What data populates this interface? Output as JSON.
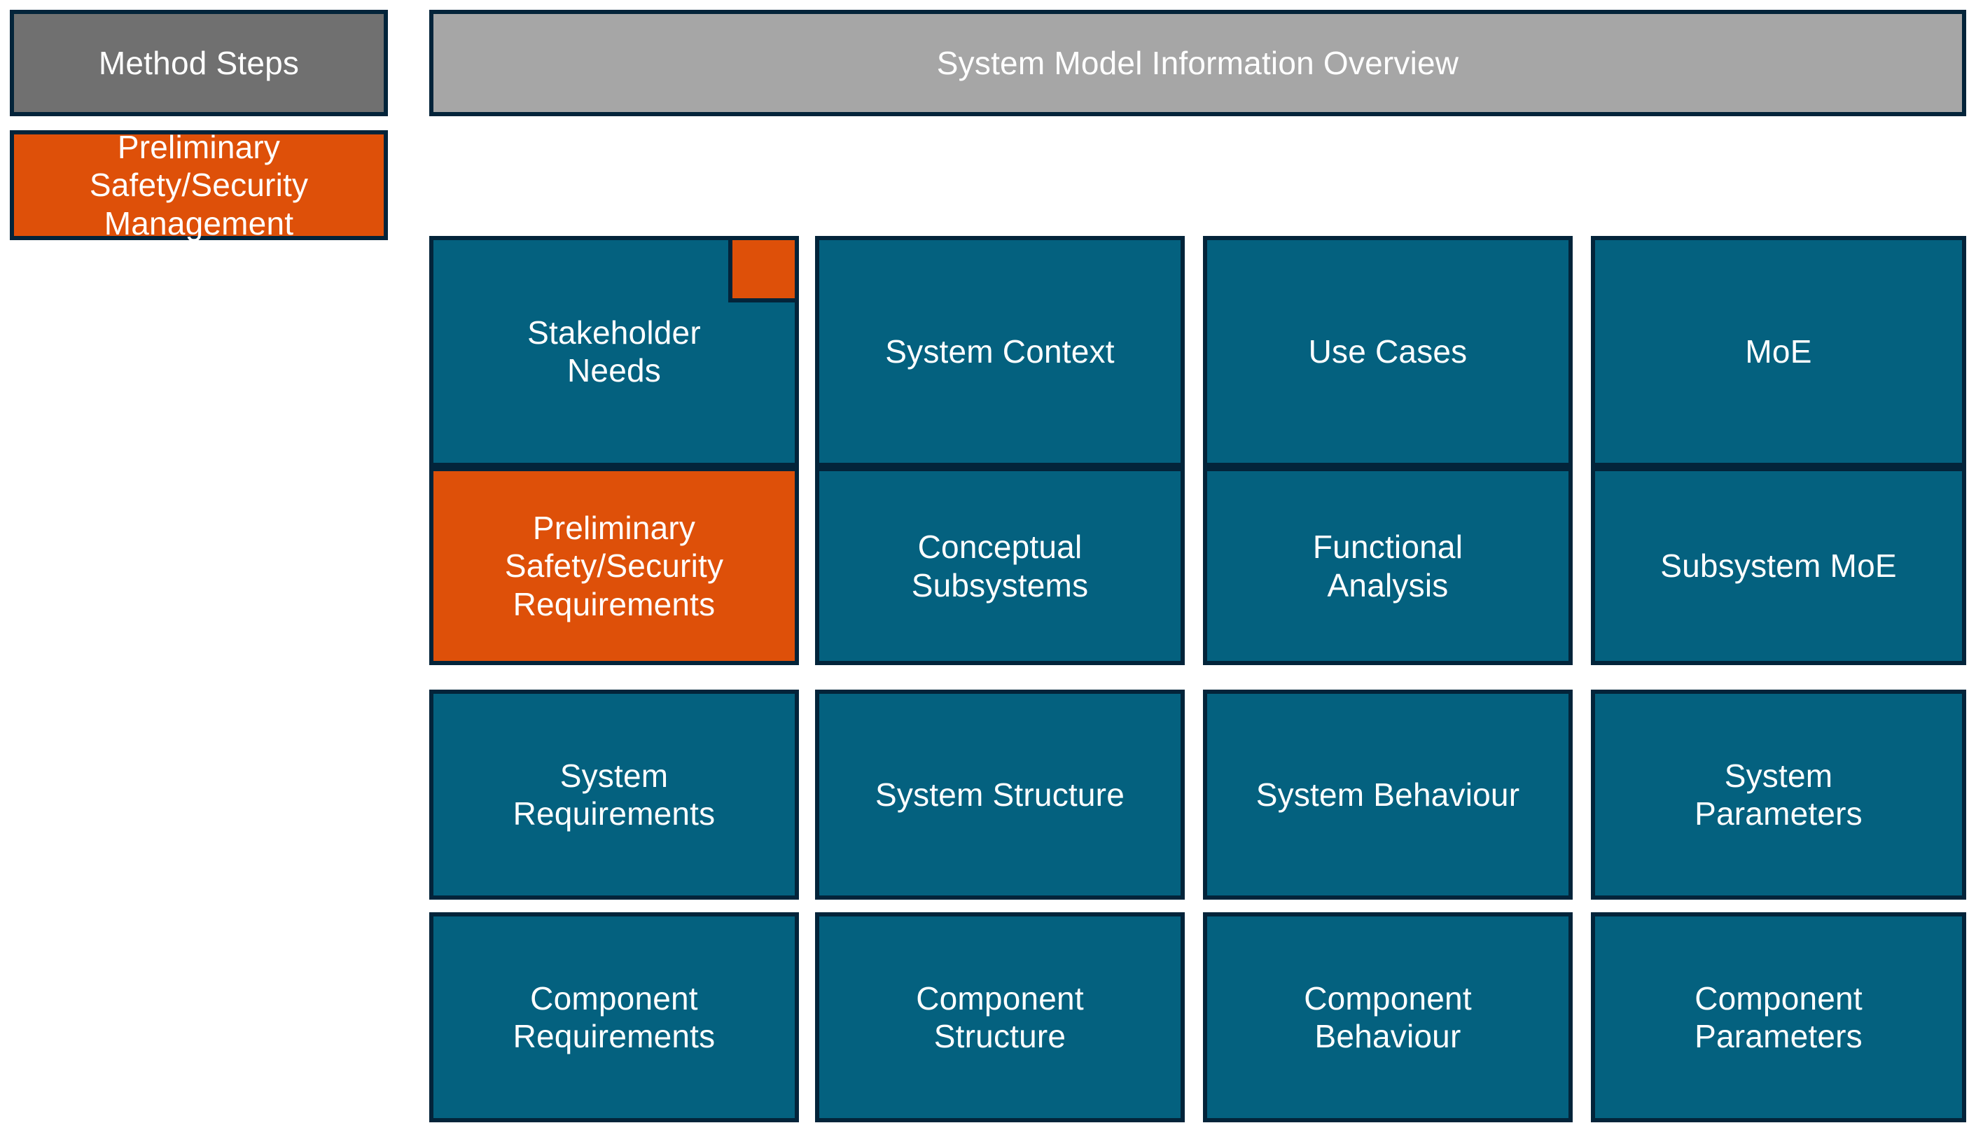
{
  "diagram": {
    "title_left": "Method Steps",
    "title_right": "System Model Information Overview",
    "colors": {
      "accent_teal": "#04617f",
      "accent_orange": "#de5009",
      "header_gray": "#a6a6a6",
      "method_gray": "#707070",
      "border_navy": "#03243a"
    }
  },
  "method_steps": {
    "header_label": "Method Steps",
    "items": [
      {
        "label": "Preliminary\nSafety/Security\nManagement",
        "color": "orange"
      }
    ]
  },
  "overview": {
    "header_label": "System Model Information Overview",
    "rows": [
      {
        "cells": [
          {
            "label": "Stakeholder\nNeeds",
            "color": "teal",
            "tab": "orange-corner-tab"
          },
          {
            "label": "System Context",
            "color": "teal"
          },
          {
            "label": "Use Cases",
            "color": "teal"
          },
          {
            "label": "MoE",
            "color": "teal"
          }
        ]
      },
      {
        "cells": [
          {
            "label": "Preliminary\nSafety/Security\nRequirements",
            "color": "orange"
          },
          {
            "label": "Conceptual\nSubsystems",
            "color": "teal"
          },
          {
            "label": "Functional\nAnalysis",
            "color": "teal"
          },
          {
            "label": "Subsystem MoE",
            "color": "teal"
          }
        ]
      },
      {
        "cells": [
          {
            "label": "System\nRequirements",
            "color": "teal"
          },
          {
            "label": "System Structure",
            "color": "teal"
          },
          {
            "label": "System Behaviour",
            "color": "teal"
          },
          {
            "label": "System\nParameters",
            "color": "teal"
          }
        ]
      },
      {
        "cells": [
          {
            "label": "Component\nRequirements",
            "color": "teal"
          },
          {
            "label": "Component\nStructure",
            "color": "teal"
          },
          {
            "label": "Component\nBehaviour",
            "color": "teal"
          },
          {
            "label": "Component\nParameters",
            "color": "teal"
          }
        ]
      }
    ]
  }
}
